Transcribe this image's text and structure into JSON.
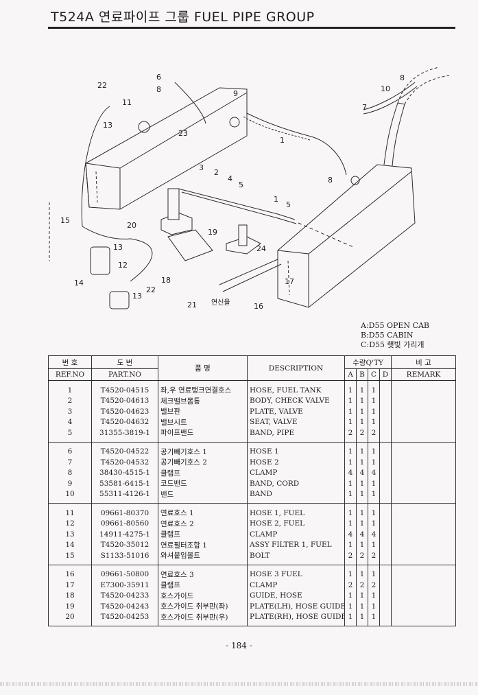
{
  "header": {
    "title": "T524A 연료파이프 그룹  FUEL PIPE GROUP"
  },
  "diagram": {
    "callouts": [
      "22",
      "11",
      "13",
      "6",
      "8",
      "9",
      "23",
      "8",
      "10",
      "7",
      "1",
      "8",
      "3",
      "2",
      "4",
      "5",
      "1",
      "5",
      "15",
      "20",
      "19",
      "24",
      "13",
      "12",
      "14",
      "22",
      "13",
      "18",
      "21",
      "17",
      "16"
    ],
    "handwritten_note": "연신율"
  },
  "legend": [
    "A:D55 OPEN CAB",
    "B:D55 CABIN",
    "C:D55 햇빛 가리개"
  ],
  "table": {
    "headers": {
      "ref_ko": "번 호",
      "ref_en": "REF.NO",
      "part_ko": "도 번",
      "part_en": "PART.NO",
      "name_ko": "품 명",
      "desc": "DESCRIPTION",
      "qty_label": "수량Q'TY",
      "col_a": "A",
      "col_b": "B",
      "col_c": "C",
      "col_d": "D",
      "remark_ko": "비 고",
      "remark_en": "REMARK"
    },
    "groups": [
      [
        {
          "ref": "1",
          "part": "T4520-04515",
          "name": "좌,우 연료탱크연결호스",
          "desc": "HOSE, FUEL TANK",
          "a": "1",
          "b": "1",
          "c": "1",
          "d": "",
          "remark": ""
        },
        {
          "ref": "2",
          "part": "T4520-04613",
          "name": "체크밸브몸통",
          "desc": "BODY, CHECK VALVE",
          "a": "1",
          "b": "1",
          "c": "1",
          "d": "",
          "remark": ""
        },
        {
          "ref": "3",
          "part": "T4520-04623",
          "name": "밸브판",
          "desc": "PLATE, VALVE",
          "a": "1",
          "b": "1",
          "c": "1",
          "d": "",
          "remark": ""
        },
        {
          "ref": "4",
          "part": "T4520-04632",
          "name": "밸브시트",
          "desc": "SEAT, VALVE",
          "a": "1",
          "b": "1",
          "c": "1",
          "d": "",
          "remark": ""
        },
        {
          "ref": "5",
          "part": "31355-3819-1",
          "name": "파이프밴드",
          "desc": "BAND, PIPE",
          "a": "2",
          "b": "2",
          "c": "2",
          "d": "",
          "remark": ""
        }
      ],
      [
        {
          "ref": "6",
          "part": "T4520-04522",
          "name": "공기빼기호스 1",
          "desc": "HOSE 1",
          "a": "1",
          "b": "1",
          "c": "1",
          "d": "",
          "remark": ""
        },
        {
          "ref": "7",
          "part": "T4520-04532",
          "name": "공기빼기호스 2",
          "desc": "HOSE 2",
          "a": "1",
          "b": "1",
          "c": "1",
          "d": "",
          "remark": ""
        },
        {
          "ref": "8",
          "part": "38430-4515-1",
          "name": "클램프",
          "desc": "CLAMP",
          "a": "4",
          "b": "4",
          "c": "4",
          "d": "",
          "remark": ""
        },
        {
          "ref": "9",
          "part": "53581-6415-1",
          "name": "코드밴드",
          "desc": "BAND, CORD",
          "a": "1",
          "b": "1",
          "c": "1",
          "d": "",
          "remark": ""
        },
        {
          "ref": "10",
          "part": "55311-4126-1",
          "name": "밴드",
          "desc": "BAND",
          "a": "1",
          "b": "1",
          "c": "1",
          "d": "",
          "remark": ""
        }
      ],
      [
        {
          "ref": "11",
          "part": "09661-80370",
          "name": "연료호스 1",
          "desc": "HOSE 1, FUEL",
          "a": "1",
          "b": "1",
          "c": "1",
          "d": "",
          "remark": ""
        },
        {
          "ref": "12",
          "part": "09661-80560",
          "name": "연료호스 2",
          "desc": "HOSE 2, FUEL",
          "a": "1",
          "b": "1",
          "c": "1",
          "d": "",
          "remark": ""
        },
        {
          "ref": "13",
          "part": "14911-4275-1",
          "name": "클램프",
          "desc": "CLAMP",
          "a": "4",
          "b": "4",
          "c": "4",
          "d": "",
          "remark": ""
        },
        {
          "ref": "14",
          "part": "T4520-35012",
          "name": "연료필터조합 1",
          "desc": "ASSY FILTER 1, FUEL",
          "a": "1",
          "b": "1",
          "c": "1",
          "d": "",
          "remark": ""
        },
        {
          "ref": "15",
          "part": "S1133-51016",
          "name": "와셔붙임볼트",
          "desc": "BOLT",
          "a": "2",
          "b": "2",
          "c": "2",
          "d": "",
          "remark": ""
        }
      ],
      [
        {
          "ref": "16",
          "part": "09661-50800",
          "name": "연료호스 3",
          "desc": "HOSE 3 FUEL",
          "a": "1",
          "b": "1",
          "c": "1",
          "d": "",
          "remark": ""
        },
        {
          "ref": "17",
          "part": "E7300-35911",
          "name": "클램프",
          "desc": "CLAMP",
          "a": "2",
          "b": "2",
          "c": "2",
          "d": "",
          "remark": ""
        },
        {
          "ref": "18",
          "part": "T4520-04233",
          "name": "호스가이드",
          "desc": "GUIDE, HOSE",
          "a": "1",
          "b": "1",
          "c": "1",
          "d": "",
          "remark": ""
        },
        {
          "ref": "19",
          "part": "T4520-04243",
          "name": "호스가이드 취부판(좌)",
          "desc": "PLATE(LH), HOSE GUIDE",
          "a": "1",
          "b": "1",
          "c": "1",
          "d": "",
          "remark": ""
        },
        {
          "ref": "20",
          "part": "T4520-04253",
          "name": "호스가이드 취부판(우)",
          "desc": "PLATE(RH), HOSE GUIDE",
          "a": "1",
          "b": "1",
          "c": "1",
          "d": "",
          "remark": ""
        }
      ]
    ]
  },
  "footer": {
    "page_number": "- 184 -"
  }
}
